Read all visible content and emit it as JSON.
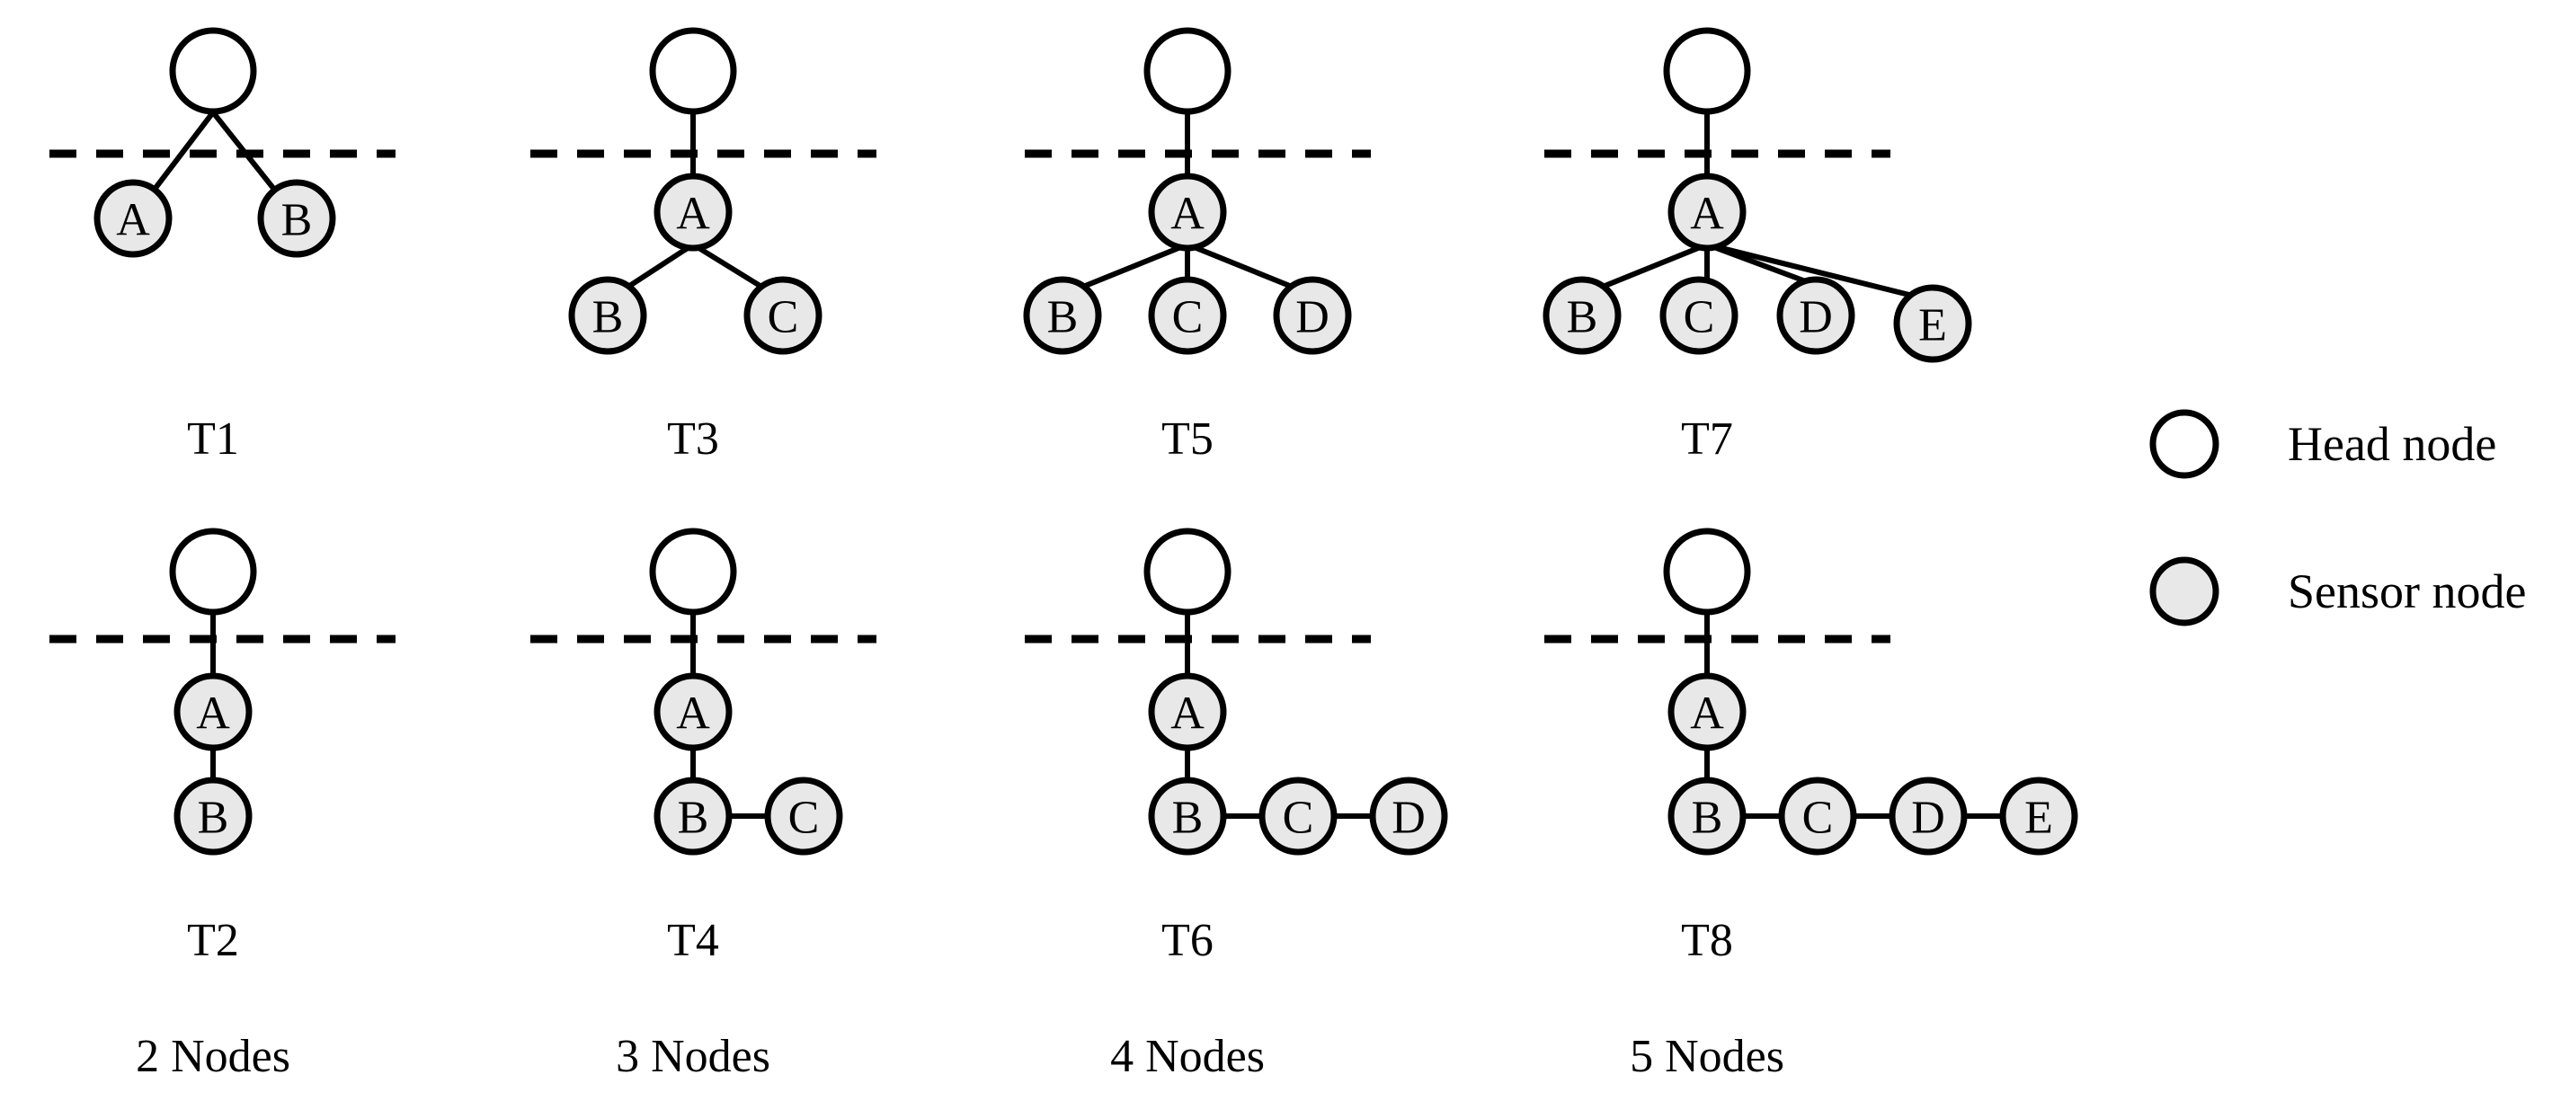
{
  "figure": {
    "title": "",
    "background_color": "#ffffff",
    "head_node_fill": "#ffffff",
    "sensor_node_fill": "#e8e8e8",
    "stroke_color": "#000000"
  },
  "legend": {
    "items": [
      {
        "key": "head",
        "icon": "circle-outline-white",
        "label": "Head node",
        "fill": "#ffffff"
      },
      {
        "key": "sensor",
        "icon": "circle-filled-gray",
        "label": "Sensor node",
        "fill": "#e8e8e8"
      }
    ]
  },
  "column_captions": [
    {
      "label": "2 Nodes"
    },
    {
      "label": "3 Nodes"
    },
    {
      "label": "4 Nodes"
    },
    {
      "label": "5 Nodes"
    }
  ],
  "trees": [
    {
      "id": "T1",
      "caption": "T1",
      "node_count": 2,
      "row": "top",
      "column": 1,
      "head_label": "",
      "sensor_labels": [
        "A",
        "B"
      ],
      "topology": "head-crossed-to-two-leaves",
      "edges": [
        [
          "head",
          "A"
        ],
        [
          "head",
          "B"
        ]
      ]
    },
    {
      "id": "T3",
      "caption": "T3",
      "node_count": 3,
      "row": "top",
      "column": 2,
      "head_label": "",
      "sensor_labels": [
        "A",
        "B",
        "C"
      ],
      "topology": "star-2-children",
      "edges": [
        [
          "head",
          "A"
        ],
        [
          "A",
          "B"
        ],
        [
          "A",
          "C"
        ]
      ]
    },
    {
      "id": "T5",
      "caption": "T5",
      "node_count": 4,
      "row": "top",
      "column": 3,
      "head_label": "",
      "sensor_labels": [
        "A",
        "B",
        "C",
        "D"
      ],
      "topology": "star-3-children",
      "edges": [
        [
          "head",
          "A"
        ],
        [
          "A",
          "B"
        ],
        [
          "A",
          "C"
        ],
        [
          "A",
          "D"
        ]
      ]
    },
    {
      "id": "T7",
      "caption": "T7",
      "node_count": 5,
      "row": "top",
      "column": 4,
      "head_label": "",
      "sensor_labels": [
        "A",
        "B",
        "C",
        "D",
        "E"
      ],
      "topology": "star-4-children",
      "edges": [
        [
          "head",
          "A"
        ],
        [
          "A",
          "B"
        ],
        [
          "A",
          "C"
        ],
        [
          "A",
          "D"
        ],
        [
          "A",
          "E"
        ]
      ]
    },
    {
      "id": "T2",
      "caption": "T2",
      "node_count": 2,
      "row": "bottom",
      "column": 1,
      "head_label": "",
      "sensor_labels": [
        "A",
        "B"
      ],
      "topology": "chain",
      "edges": [
        [
          "head",
          "A"
        ],
        [
          "A",
          "B"
        ]
      ]
    },
    {
      "id": "T4",
      "caption": "T4",
      "node_count": 3,
      "row": "bottom",
      "column": 2,
      "head_label": "",
      "sensor_labels": [
        "A",
        "B",
        "C"
      ],
      "topology": "chain",
      "edges": [
        [
          "head",
          "A"
        ],
        [
          "A",
          "B"
        ],
        [
          "B",
          "C"
        ]
      ]
    },
    {
      "id": "T6",
      "caption": "T6",
      "node_count": 4,
      "row": "bottom",
      "column": 3,
      "head_label": "",
      "sensor_labels": [
        "A",
        "B",
        "C",
        "D"
      ],
      "topology": "chain",
      "edges": [
        [
          "head",
          "A"
        ],
        [
          "A",
          "B"
        ],
        [
          "B",
          "C"
        ],
        [
          "C",
          "D"
        ]
      ]
    },
    {
      "id": "T8",
      "caption": "T8",
      "node_count": 5,
      "row": "bottom",
      "column": 4,
      "head_label": "",
      "sensor_labels": [
        "A",
        "B",
        "C",
        "D",
        "E"
      ],
      "topology": "chain",
      "edges": [
        [
          "head",
          "A"
        ],
        [
          "A",
          "B"
        ],
        [
          "B",
          "C"
        ],
        [
          "C",
          "D"
        ],
        [
          "D",
          "E"
        ]
      ]
    }
  ],
  "node_labels": {
    "t1_a": "A",
    "t1_b": "B",
    "t3_a": "A",
    "t3_b": "B",
    "t3_c": "C",
    "t5_a": "A",
    "t5_b": "B",
    "t5_c": "C",
    "t5_d": "D",
    "t7_a": "A",
    "t7_b": "B",
    "t7_c": "C",
    "t7_d": "D",
    "t7_e": "E",
    "t2_a": "A",
    "t2_b": "B",
    "t4_a": "A",
    "t4_b": "B",
    "t4_c": "C",
    "t6_a": "A",
    "t6_b": "B",
    "t6_c": "C",
    "t6_d": "D",
    "t8_a": "A",
    "t8_b": "B",
    "t8_c": "C",
    "t8_d": "D",
    "t8_e": "E"
  },
  "captions": {
    "t1": "T1",
    "t2": "T2",
    "t3": "T3",
    "t4": "T4",
    "t5": "T5",
    "t6": "T6",
    "t7": "T7",
    "t8": "T8",
    "col1": "2 Nodes",
    "col2": "3 Nodes",
    "col3": "4 Nodes",
    "col4": "5 Nodes"
  },
  "legend_text": {
    "head": "Head node",
    "sensor": "Sensor node"
  }
}
